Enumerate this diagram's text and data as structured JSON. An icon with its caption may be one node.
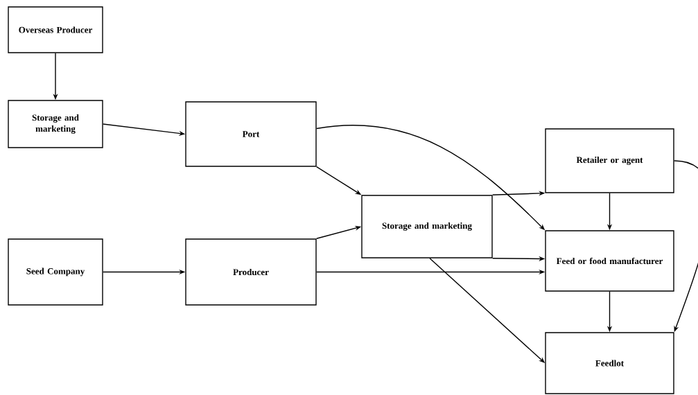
{
  "diagram": {
    "nodes": [
      {
        "text": [
          "Overseas Producer"
        ]
      },
      {
        "text": [
          "Storage and marketing"
        ]
      },
      {
        "text": [
          "Port"
        ]
      },
      {
        "text": [
          "Storage and marketing"
        ]
      },
      {
        "text": [
          "Retailer or agent"
        ]
      },
      {
        "text": [
          "Seed Company"
        ]
      },
      {
        "text": [
          "Producer"
        ]
      },
      {
        "text": [
          "Feed or food manufacturer"
        ]
      },
      {
        "text": [
          "Feedlot"
        ]
      }
    ],
    "edges": [
      {
        "from": 0,
        "to": 1,
        "arrow": "to"
      },
      {
        "from": 1,
        "to": 2,
        "arrow": "to"
      },
      {
        "from": 2,
        "to": 3,
        "arrow": "to"
      },
      {
        "from": 2,
        "to": 7,
        "arrow": "to"
      },
      {
        "from": 3,
        "to": 4,
        "arrow": "to"
      },
      {
        "from": 3,
        "to": 7,
        "arrow": "to"
      },
      {
        "from": 3,
        "to": 8,
        "arrow": "to"
      },
      {
        "from": 4,
        "to": 7,
        "arrow": "to"
      },
      {
        "from": 4,
        "to": 8,
        "arrow": "to"
      },
      {
        "from": 5,
        "to": 6,
        "arrow": "to"
      },
      {
        "from": 6,
        "to": 3,
        "arrow": "to"
      },
      {
        "from": 6,
        "to": 7,
        "arrow": "to"
      },
      {
        "from": 7,
        "to": 8,
        "arrow": "to"
      }
    ]
  }
}
